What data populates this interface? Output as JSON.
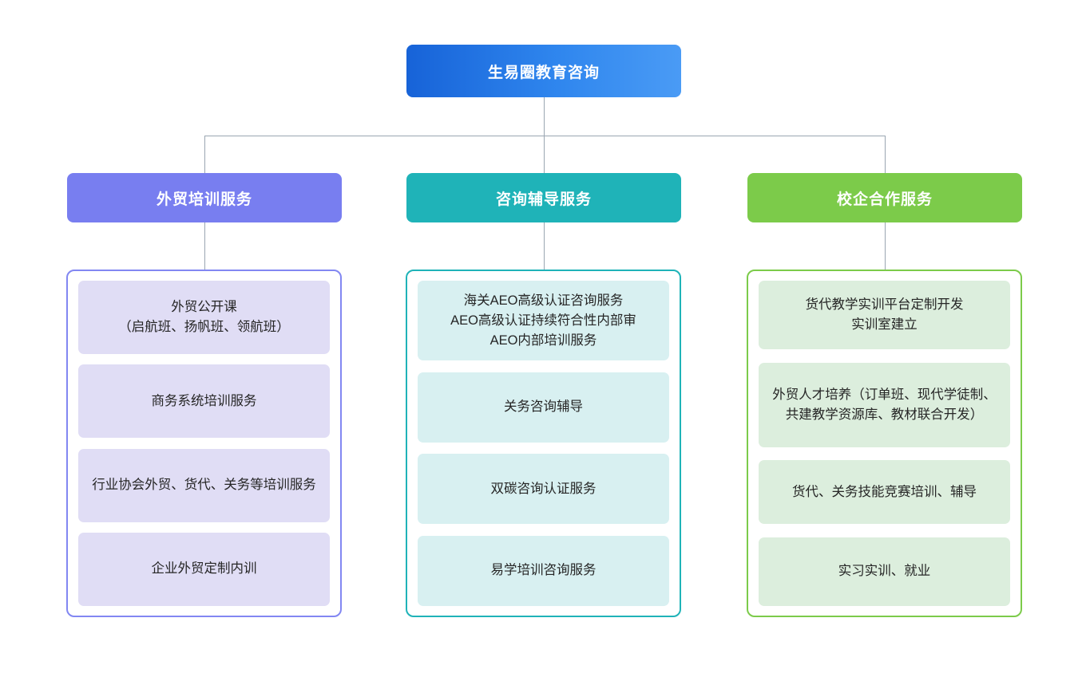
{
  "root": {
    "label": "生易圈教育咨询",
    "gradient_from": "#1763d8",
    "gradient_to": "#4a9bf5"
  },
  "connector_color": "#9aa6b2",
  "columns": [
    {
      "header": "外贸培训服务",
      "header_color": "#787ef0",
      "border_color": "#8287f2",
      "item_color": "#e0ddf5",
      "items": [
        "外贸公开课\n（启航班、扬帆班、领航班）",
        "商务系统培训服务",
        "行业协会外贸、货代、关务等培训服务",
        "企业外贸定制内训"
      ]
    },
    {
      "header": "咨询辅导服务",
      "header_color": "#1fb3b8",
      "border_color": "#1fb3b8",
      "item_color": "#d8f0f1",
      "items": [
        "海关AEO高级认证咨询服务\nAEO高级认证持续符合性内部审\nAEO内部培训服务",
        "关务咨询辅导",
        "双碳咨询认证服务",
        "易学培训咨询服务"
      ]
    },
    {
      "header": "校企合作服务",
      "header_color": "#7ccb4a",
      "border_color": "#7ccb4a",
      "item_color": "#dceedd",
      "items": [
        "货代教学实训平台定制开发\n实训室建立",
        "外贸人才培养（订单班、现代学徒制、共建教学资源库、教材联合开发）",
        "货代、关务技能竞赛培训、辅导",
        "实习实训、就业"
      ]
    }
  ]
}
